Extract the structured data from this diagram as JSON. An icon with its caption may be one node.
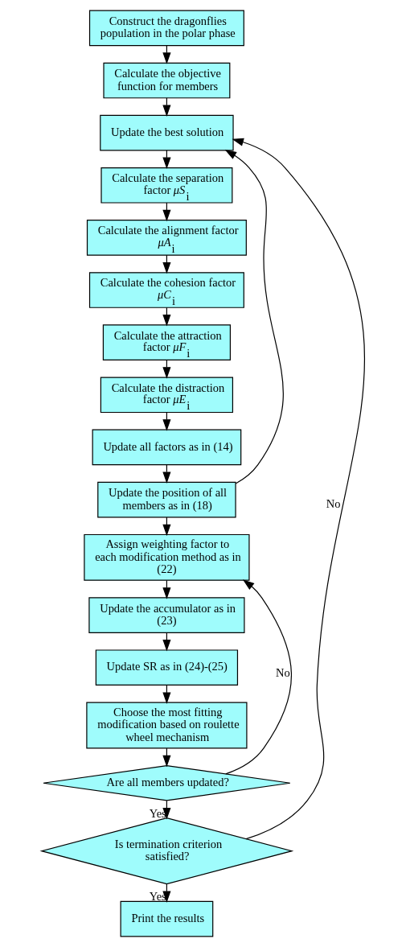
{
  "diagram": {
    "nodes": [
      {
        "text": [
          "Construct the dragonflies population in the polar phase"
        ]
      },
      {
        "text": [
          "Calculate the objective function for members"
        ]
      },
      {
        "text": [
          "Update the best solution"
        ]
      },
      {
        "text": [
          "Calculate the separation factor *μS*$_{i}$"
        ]
      },
      {
        "text": [
          "Calculate the alignment factor *μA*$_{i}$"
        ]
      },
      {
        "text": [
          "Calculate the cohesion factor *μC*$_{i}$"
        ]
      },
      {
        "text": [
          "Calculate the attraction factor *μF*$_{i}$"
        ]
      },
      {
        "text": [
          "Calculate the distraction factor *μE*$_{i}$"
        ]
      },
      {
        "text": [
          "Update all factors as in (14)"
        ]
      },
      {
        "text": [
          "Update the position of all members as in (18)"
        ]
      },
      {
        "text": [
          "Assign weighting factor to each modification method as in (22)"
        ]
      },
      {
        "text": [
          "Update the accumulator as in (23)"
        ]
      },
      {
        "text": [
          "Update SR as in (24)-(25)"
        ]
      },
      {
        "text": [
          "Choose the most fitting modification based on roulette wheel mechanism"
        ]
      },
      {
        "text": [
          "Are all members updated?"
        ]
      },
      {
        "text": [
          "Is termination criterion satisfied?"
        ]
      },
      {
        "text": [
          "Print the results"
        ]
      }
    ],
    "edges": [
      {
        "from": 0,
        "to": 1,
        "arrow": "to"
      },
      {
        "from": 1,
        "to": 2,
        "arrow": "to"
      },
      {
        "from": 2,
        "to": 3,
        "arrow": "to"
      },
      {
        "from": 3,
        "to": 4,
        "arrow": "to"
      },
      {
        "from": 4,
        "to": 5,
        "arrow": "to"
      },
      {
        "from": 5,
        "to": 6,
        "arrow": "to"
      },
      {
        "from": 6,
        "to": 7,
        "arrow": "to"
      },
      {
        "from": 7,
        "to": 8,
        "arrow": "to"
      },
      {
        "from": 8,
        "to": 9,
        "arrow": "to"
      },
      {
        "from": 9,
        "to": 2,
        "arrow": "to"
      },
      {
        "from": 9,
        "to": 10,
        "arrow": "to"
      },
      {
        "from": 10,
        "to": 11,
        "arrow": "to"
      },
      {
        "from": 11,
        "to": 12,
        "arrow": "to"
      },
      {
        "from": 12,
        "to": 13,
        "arrow": "to"
      },
      {
        "from": 13,
        "to": 14,
        "arrow": "to"
      },
      {
        "from": 14,
        "to": 10,
        "arrow": "to",
        "label": "No"
      },
      {
        "from": 14,
        "to": 15,
        "arrow": "to",
        "label": "Yes"
      },
      {
        "from": 15,
        "to": 2,
        "arrow": "to",
        "label": "No"
      },
      {
        "from": 15,
        "to": 16,
        "arrow": "to",
        "label": "Yes"
      }
    ]
  }
}
